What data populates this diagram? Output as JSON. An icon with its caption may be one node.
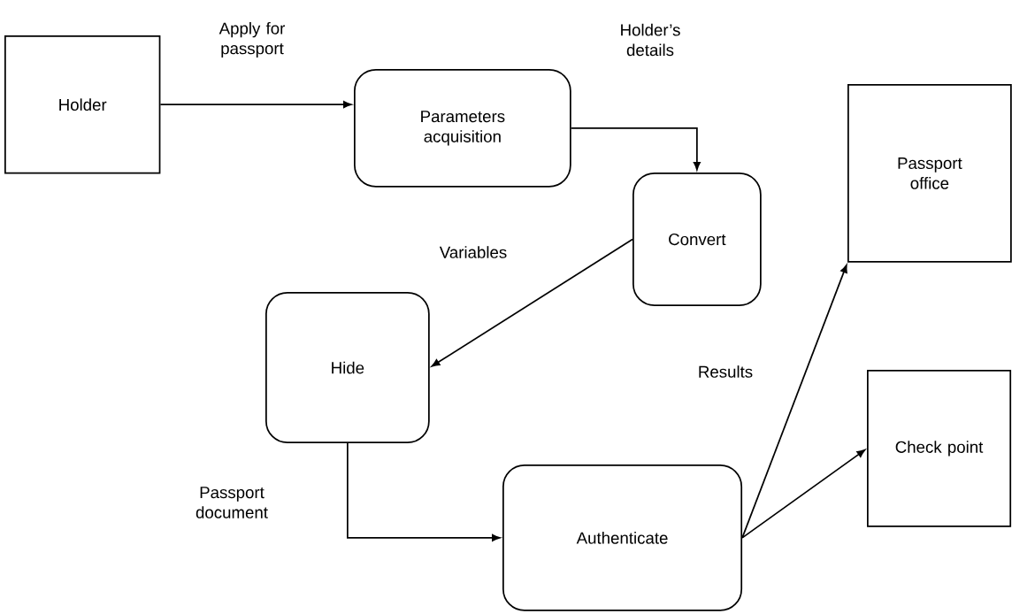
{
  "diagram": {
    "nodes": [
      {
        "text": [
          "Holder"
        ]
      },
      {
        "text": [
          "Parameters acquisition"
        ]
      },
      {
        "text": [
          "Convert"
        ]
      },
      {
        "text": [
          "Passport office"
        ]
      },
      {
        "text": [
          "Hide"
        ]
      },
      {
        "text": [
          "Check point"
        ]
      },
      {
        "text": [
          "Authenticate"
        ]
      }
    ],
    "edges": [
      {
        "from": 0,
        "to": 1,
        "arrow": "to",
        "label": "Apply for passport"
      },
      {
        "from": 1,
        "to": 2,
        "arrow": "to",
        "label": "Holder’s details"
      },
      {
        "from": 2,
        "to": 4,
        "arrow": "to",
        "label": "Variables"
      },
      {
        "from": 4,
        "to": 6,
        "arrow": "to",
        "label": "Passport document"
      },
      {
        "from": 6,
        "to": 3,
        "arrow": "to",
        "label": "Results"
      },
      {
        "from": 6,
        "to": 5,
        "arrow": "to"
      }
    ]
  }
}
